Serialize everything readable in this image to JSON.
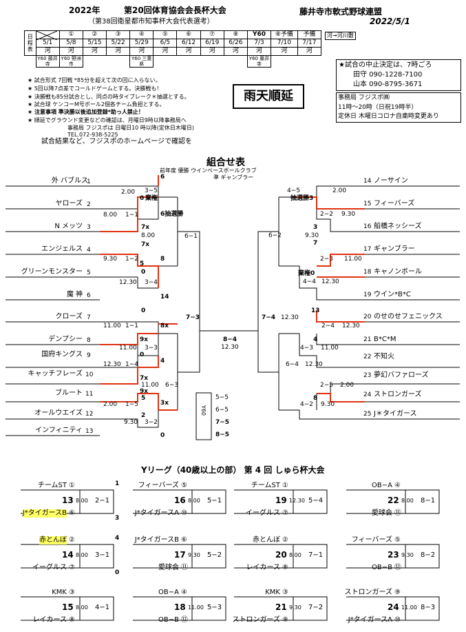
{
  "header": {
    "year": "2022年",
    "title": "第20回体育協会会長杯大会",
    "subtitle": "（第38回衛星都市知事杯大会代表選考）",
    "org": "藤井寺市軟式野球連盟",
    "date": "2022/5/1"
  },
  "schedule": {
    "label": "日程表",
    "rounds": [
      "①",
      "②",
      "③",
      "④",
      "⑤",
      "⑥",
      "⑦",
      "⑧",
      "Y60",
      "⑧予備",
      "予備"
    ],
    "dates": [
      "5/8",
      "5/15",
      "5/22",
      "5/29",
      "6/5",
      "6/12",
      "6/19",
      "6/26",
      "7/3",
      "7/10",
      "7/17"
    ],
    "venues": [
      "河",
      "河",
      "河",
      "河",
      "河",
      "河",
      "河",
      "河",
      "河",
      "河",
      "河"
    ],
    "first": [
      "5/1",
      "河"
    ],
    "row4": [
      "Y60 藤井寺",
      "Y60 野洲市",
      "",
      "",
      "Y60 三重県",
      "",
      "",
      "",
      "",
      "Y60 藤井寺",
      "",
      ""
    ],
    "legend": "河→河川敷"
  },
  "contact": {
    "line1": "★試合の中止決定は、7時ごろ",
    "line2": "田守 090-1228-7100",
    "line3": "山本 090-8795-3671",
    "office": "事務局 フジスポ㈱",
    "hours": "11時〜20時（日祝19時半）",
    "holiday": "定休日 木曜日コロナ自粛時変更あり"
  },
  "notes": [
    "★ 試合形式 7回戦 *85分を超えて次の回に入らない。",
    "★ 5回以降7点差でコールドゲームとする。決勝戦も！",
    "★ 決勝戦も85分試合とし、同点の時タイブレーク＊抽選とする。",
    "★ 試合球 ケンコーM号ボール2個各チーム負担とする。",
    "★ 注意事項 準決勝以後追加登録*助っ人禁止！",
    "★ 順延でグラウンド変更などの確認は、月曜日9時以降事務局へ",
    "事務局 フジスポは 日曜日10 時以降(定休日木曜日)",
    "TEL.072-938-5225",
    "試合結果など、フジスポのホームページで確認を"
  ],
  "rain": "雨天順延",
  "bracket": {
    "title": "組合せ表",
    "prev1": "前年度 優勝 ウインベースボールクラブ",
    "prev2": "準 ギャンブラー",
    "left": [
      {
        "name": "外 バブルス",
        "n": "1"
      },
      {
        "name": "ヤローズ",
        "n": "2"
      },
      {
        "name": "N メッツ",
        "n": "3"
      },
      {
        "name": "エンジェルス",
        "n": "4"
      },
      {
        "name": "グリーンモンスター",
        "n": "5"
      },
      {
        "name": "魔 神",
        "n": "6"
      },
      {
        "name": "クローズ",
        "n": "7"
      },
      {
        "name": "デンプシー",
        "n": "8"
      },
      {
        "name": "国府キングス",
        "n": "9"
      },
      {
        "name": "キャッチフレーズ",
        "n": "10"
      },
      {
        "name": "ブルート",
        "n": "11"
      },
      {
        "name": "オールウエイズ",
        "n": "12"
      },
      {
        "name": "インフィニティ",
        "n": "13"
      }
    ],
    "right": [
      {
        "name": "ノーサイン",
        "n": "14"
      },
      {
        "name": "フィーバーズ",
        "n": "15"
      },
      {
        "name": "船橋ネッシーズ",
        "n": "16"
      },
      {
        "name": "ギャンブラー",
        "n": "17"
      },
      {
        "name": "キャノンボール",
        "n": "18"
      },
      {
        "name": "ウイン*B*C",
        "n": "19"
      },
      {
        "name": "のせのせフェニックス",
        "n": "20"
      },
      {
        "name": "B*C*M",
        "n": "21"
      },
      {
        "name": "不知火",
        "n": "22"
      },
      {
        "name": "夢幻バファローズ",
        "n": "23"
      },
      {
        "name": "ストロンガーズ",
        "n": "24"
      },
      {
        "name": "J＊タイガース",
        "n": "25"
      }
    ],
    "labels": {
      "a1": "2.00",
      "a1s": "3−5",
      "a1w": "6",
      "a1v": "0",
      "a1k": "棄権",
      "a2": "8.00",
      "a2s": "1−1",
      "a2t": "6抽選勝",
      "a2w": "7x",
      "a3": "8.00",
      "a3s": "6−1",
      "a4": "9.30",
      "a4s": "1−2",
      "a4w": "7x",
      "a4v": "8",
      "a4l": "0",
      "a4l2": "5",
      "a5": "12.30",
      "a5s": "3−4",
      "a5w": "14",
      "b1": "11.00",
      "b1s": "1−1",
      "b1w": "0",
      "b1x": "8x",
      "b2": "11.00",
      "b2s": "3−3",
      "b2w": "9x",
      "b2v": "0",
      "b3": "12.30",
      "b3s": "1−4",
      "b3w": "4",
      "b3x": "7x",
      "b4": "11.00",
      "b4s": "6−3",
      "b4w": "9x",
      "b5": "2.00",
      "b5s": "1−5",
      "b5w": "5",
      "b5x": "3x",
      "b6": "9.30",
      "b6s": "3−2",
      "b6w": "2",
      "b6v": "0",
      "sl": "7−3",
      "sr": "7−4",
      "sr2": "12.30",
      "fin": "8−4",
      "fint": "12.30",
      "r1": "4−5",
      "r1t": "2.00",
      "r1w": "抽選勝3",
      "r1v": "2−2",
      "r1t2": "9.30",
      "r2": "6−2",
      "r2t": "9.30",
      "r2w": "3",
      "r2x": "7",
      "r3": "2−3",
      "r3t": "11.00",
      "r3w": "棄権0",
      "r3v": "4−4",
      "r3t2": "12.30",
      "r4": "13",
      "r4s": "2−4",
      "r4t": "12.30",
      "r4w": "4",
      "r4v": "4−3",
      "r4t2": "11.00",
      "r5": "6−4",
      "r5t": "12.30",
      "r5s": "2−5",
      "r5t2": "2.00",
      "r6": "8",
      "r6s": "4−2",
      "r6t": "9.30",
      "y60a": "Y60",
      "y1": "5−5",
      "y2": "6−5",
      "y3": "7−5",
      "y4": "8−5"
    }
  },
  "yleague": {
    "title": "Yリーグ（40歳以上の部） 第 4 回 しゅら杯大会",
    "games": [
      {
        "t1": "チームST",
        "c1": "①",
        "t2": "J*タイガースB",
        "c2": "⑥",
        "no": "13",
        "time": "8.00",
        "score": "2−1",
        "w1": "1",
        "w2": "3",
        "hl2": true
      },
      {
        "t1": "フィーバーズ",
        "c1": "⑤",
        "t2": "J*タイガースA",
        "c2": "⑩",
        "no": "16",
        "time": "8.00",
        "score": "5−1"
      },
      {
        "t1": "チームST",
        "c1": "①",
        "t2": "イーグルス",
        "c2": "⑦",
        "no": "19",
        "time": "12.30",
        "score": "5−4"
      },
      {
        "t1": "OB−A",
        "c1": "④",
        "t2": "愛球会",
        "c2": "⑪",
        "no": "22",
        "time": "8.00",
        "score": "8−1"
      },
      {
        "t1": "赤とんぼ",
        "c1": "②",
        "t2": "イーグルス",
        "c2": "⑦",
        "no": "14",
        "time": "8.00",
        "score": "3−1",
        "w1": "4",
        "w2": "0",
        "hl1": true
      },
      {
        "t1": "J*タイガースB",
        "c1": "⑥",
        "t2": "愛球会",
        "c2": "⑪",
        "no": "17",
        "time": "9.30",
        "score": "5−2"
      },
      {
        "t1": "赤とんぼ",
        "c1": "②",
        "t2": "レイカース",
        "c2": "⑧",
        "no": "20",
        "time": "8.00",
        "score": "7−1"
      },
      {
        "t1": "フィーバーズ",
        "c1": "⑤",
        "t2": "OB−B",
        "c2": "⑫",
        "no": "23",
        "time": "9.30",
        "score": "8−2"
      },
      {
        "t1": "KMK",
        "c1": "③",
        "t2": "レイカース",
        "c2": "⑧",
        "no": "15",
        "time": "8.00",
        "score": "4−1"
      },
      {
        "t1": "OB−A",
        "c1": "④",
        "t2": "OB−B",
        "c2": "⑫",
        "no": "18",
        "time": "11.00",
        "score": "5−3"
      },
      {
        "t1": "KMK",
        "c1": "③",
        "t2": "ストロンガーズ",
        "c2": "⑨",
        "no": "21",
        "time": "9.30",
        "score": "7−2"
      },
      {
        "t1": "ストロンガーズ",
        "c1": "⑨",
        "t2": "J*タイガースA",
        "c2": "⑩",
        "no": "24",
        "time": "11.00",
        "score": "8−3"
      }
    ]
  }
}
